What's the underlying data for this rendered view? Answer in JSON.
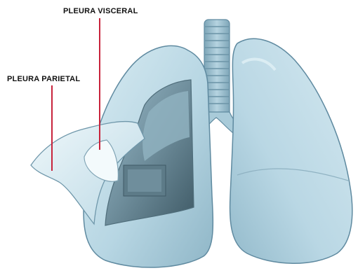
{
  "labels": {
    "pleura_visceral": "PLEURA VISCERAL",
    "pleura_parietal": "PLEURA PARIETAL"
  },
  "colors": {
    "leader_line": "#c8243c",
    "lung_fill": "#b7d6e3",
    "lung_light": "#d8ebf2",
    "lung_shadow": "#7fa9bd",
    "outline": "#5f8aa0",
    "trachea": "#8fb6c7",
    "cavity": "#4f6d7a",
    "pleura_flap": "#e9f4f8"
  },
  "icons": [
    "lungs-illustration"
  ]
}
